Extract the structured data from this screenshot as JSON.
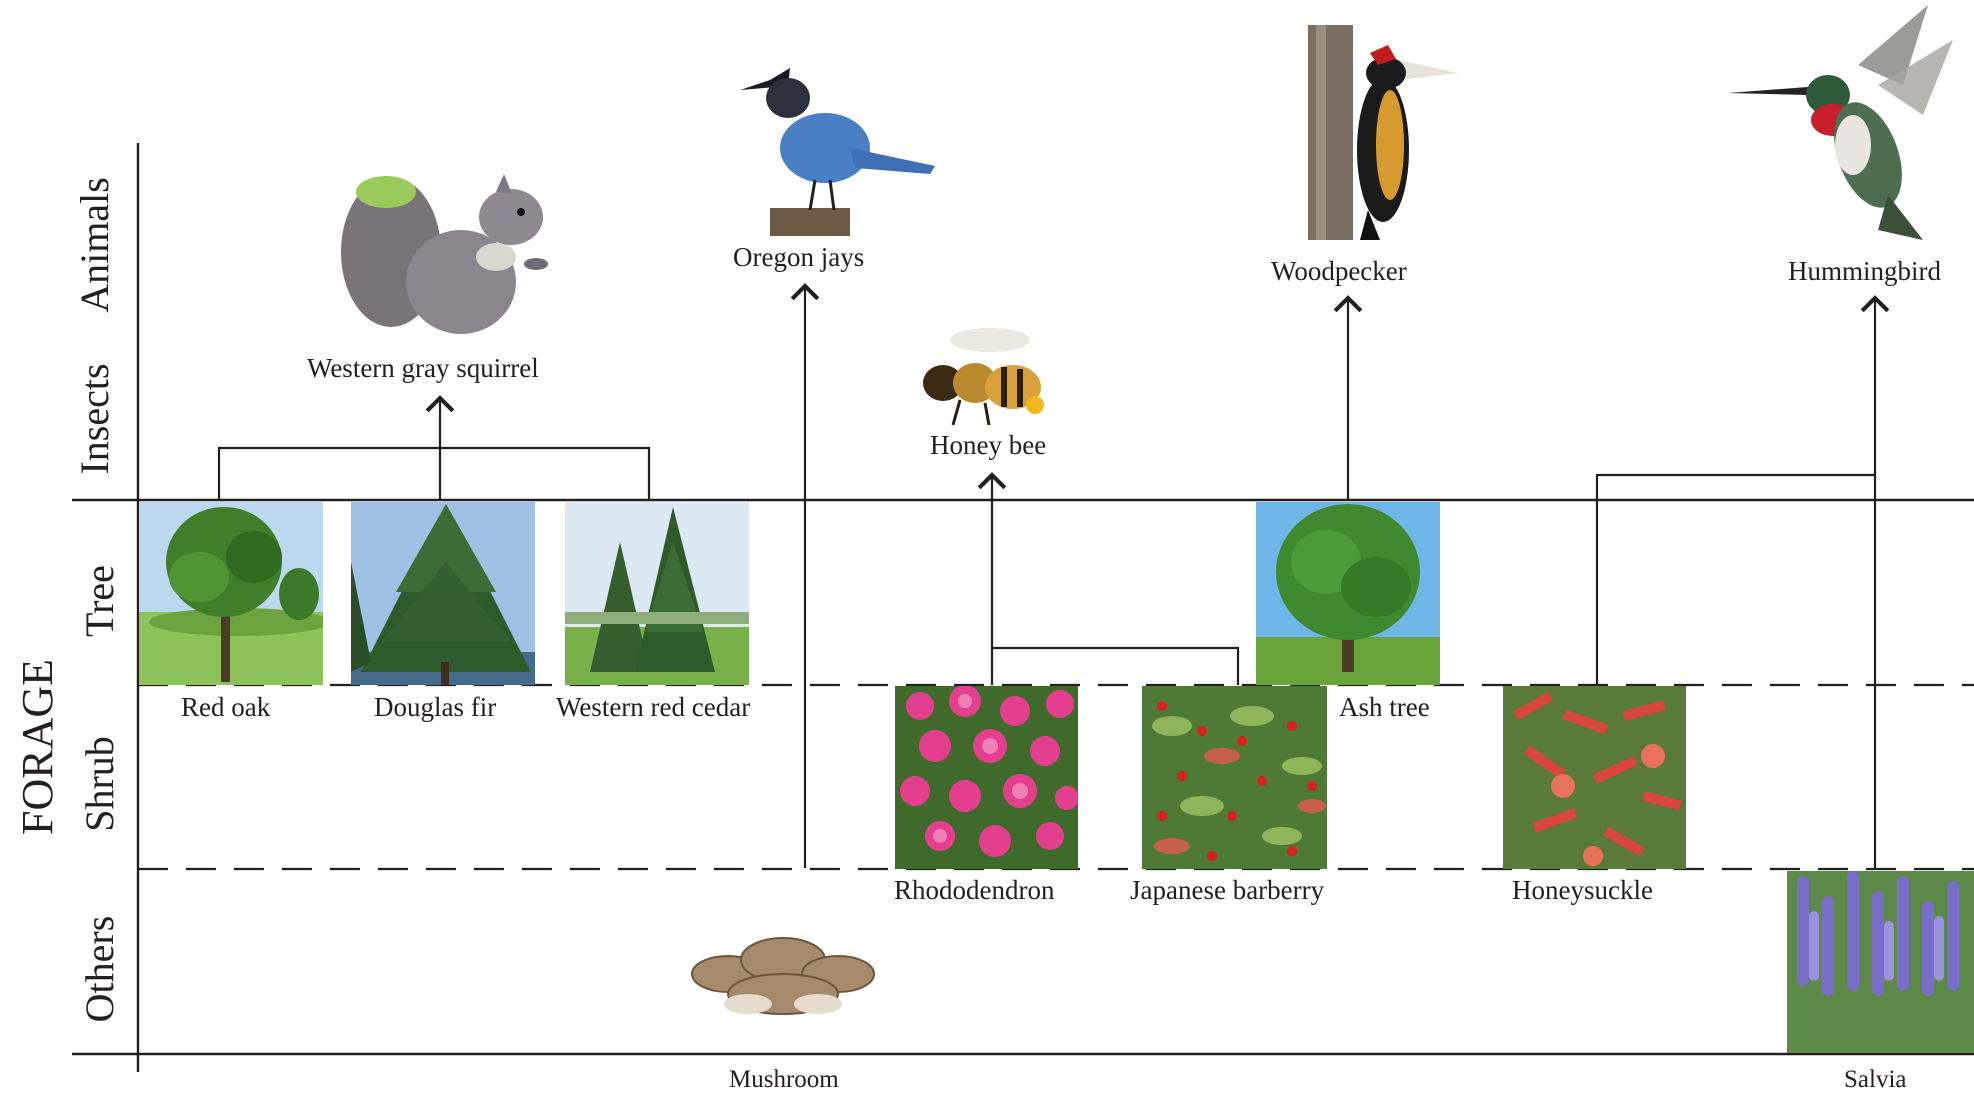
{
  "axis": {
    "main_label": "FORAGE",
    "rows": {
      "animals": "Animals",
      "insects": "Insects",
      "tree": "Tree",
      "shrub": "Shrub",
      "others": "Others"
    }
  },
  "forage": {
    "trees": {
      "red_oak": "Red oak",
      "douglas_fir": "Douglas fir",
      "western_red_cedar": "Western red cedar",
      "ash_tree": "Ash tree"
    },
    "shrubs": {
      "rhododendron": "Rhododendron",
      "japanese_barberry": "Japanese barberry",
      "honeysuckle": "Honeysuckle"
    },
    "others": {
      "mushroom": "Mushroom",
      "salvia": "Salvia"
    }
  },
  "consumers": {
    "squirrel": "Western gray squirrel",
    "jay": "Oregon jays",
    "bee": "Honey bee",
    "woodpecker": "Woodpecker",
    "hummingbird": "Hummingbird"
  },
  "links": [
    {
      "from": [
        "Red oak",
        "Douglas fir",
        "Western red cedar"
      ],
      "to": "Western gray squirrel"
    },
    {
      "from": [
        "Mushroom"
      ],
      "to": "Oregon jays"
    },
    {
      "from": [
        "Rhododendron",
        "Japanese barberry"
      ],
      "to": "Honey bee"
    },
    {
      "from": [
        "Ash tree"
      ],
      "to": "Woodpecker"
    },
    {
      "from": [
        "Honeysuckle",
        "Salvia"
      ],
      "to": "Hummingbird"
    }
  ]
}
